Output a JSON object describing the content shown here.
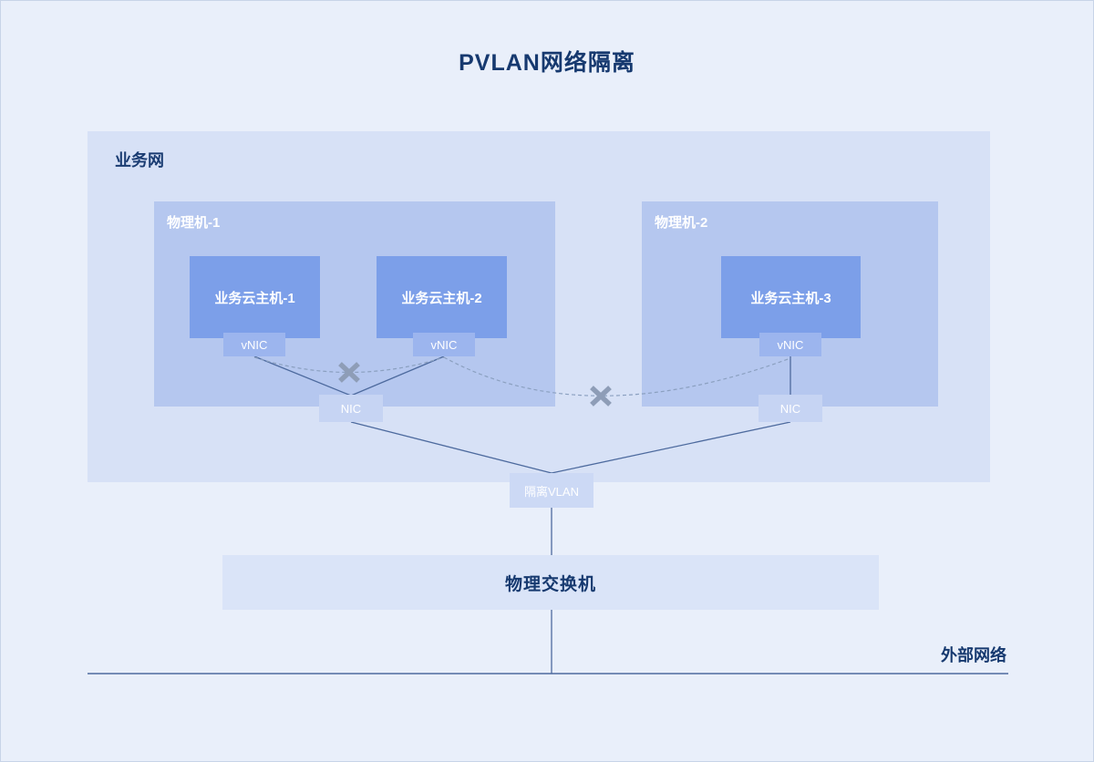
{
  "diagram": {
    "title": "PVLAN网络隔离",
    "business_network_label": "业务网",
    "machines": [
      {
        "label": "物理机-1"
      },
      {
        "label": "物理机-2"
      }
    ],
    "hosts": [
      {
        "label": "业务云主机-1"
      },
      {
        "label": "业务云主机-2"
      },
      {
        "label": "业务云主机-3"
      }
    ],
    "vnic_label": "vNIC",
    "nic_label": "NIC",
    "isolation_vlan_label": "隔离VLAN",
    "physical_switch_label": "物理交换机",
    "external_network_label": "外部网络"
  },
  "colors": {
    "page_bg": "#e9effa",
    "business_network_bg": "#d7e1f6",
    "physical_machine_bg": "#b5c7ef",
    "cloud_host_bg": "#7c9fe9",
    "vnic_bg": "#9cb5ee",
    "nic_bg": "#c6d4f3",
    "isolation_vlan_bg": "#ccd9f5",
    "switch_bg": "#dae4f8",
    "solid_line": "#4d6a9e",
    "dashed_line": "#8ba0c0",
    "blocked_x": "#8e9db7",
    "heading_text": "#16396f",
    "box_text": "#ffffff"
  }
}
